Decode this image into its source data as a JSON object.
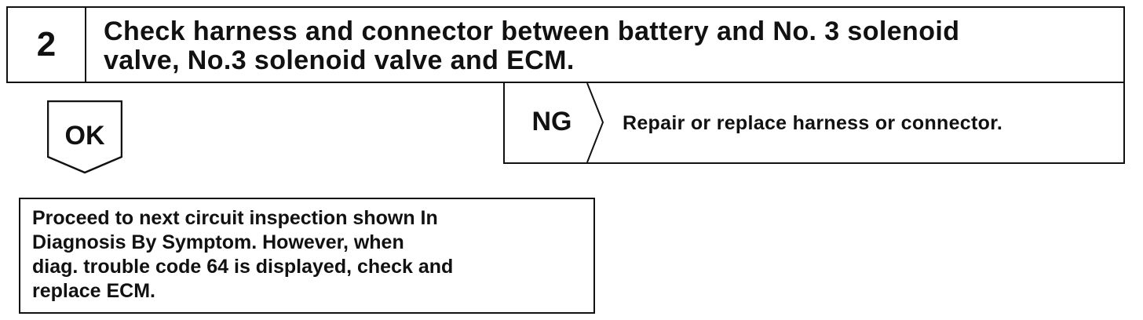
{
  "step": {
    "number": "2",
    "title_lines": [
      "Check harness and connector between battery and No. 3 solenoid",
      "valve, No.3 solenoid valve and ECM."
    ]
  },
  "ok_branch": {
    "label": "OK"
  },
  "ng_branch": {
    "label": "NG",
    "action": "Repair or replace harness or connector."
  },
  "next_step": {
    "lines": [
      "Proceed to next circuit inspection shown In",
      "Diagnosis By Symptom. However, when",
      "diag. trouble code 64 is displayed, check and",
      "replace ECM."
    ]
  }
}
